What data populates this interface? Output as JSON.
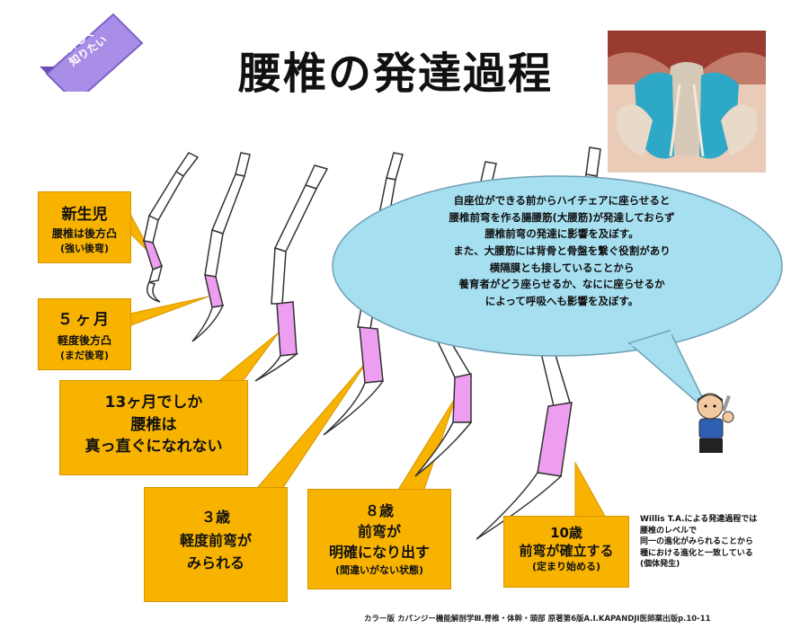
{
  "ribbon": {
    "line1": "詳しく",
    "line2": "知りたい"
  },
  "title": "腰椎の発達過程",
  "stages": {
    "newborn": {
      "heading": "新生児",
      "line2": "腰椎は後方凸",
      "line3": "(強い後弯)"
    },
    "five_months": {
      "heading": "５ヶ月",
      "line2": "軽度後方凸",
      "line3": "(まだ後弯)"
    },
    "thirteen_months": {
      "line1": "13ヶ月でしか",
      "line2": "腰椎は",
      "line3": "真っ直ぐになれない"
    },
    "three_years": {
      "line1": "３歳",
      "line2": "軽度前弯が",
      "line3": "みられる"
    },
    "eight_years": {
      "line1": "８歳",
      "line2": "前弯が",
      "line3": "明確になり出す",
      "line4": "(間違いがない状態)"
    },
    "ten_years": {
      "line1": "10歳",
      "line2": "前弯が確立する",
      "line3": "(定まり始める)"
    }
  },
  "bubble": {
    "lines": [
      "自座位ができる前からハイチェアに座らせると",
      "腰椎前弯を作る腸腰筋(大腰筋)が発達しておらず",
      "腰椎前弯の発達に影響を及ぼす。",
      "また、大腰筋には背骨と骨盤を繋ぐ役割があり",
      "横隔膜とも接していることから",
      "養育者がどう座らせるか、なにに座らせるか",
      "によって呼吸へも影響を及ぼす。"
    ]
  },
  "note": {
    "lines": [
      "Willis T.A.による発達過程では",
      "腰椎のレベルで",
      "同一の進化がみられることから",
      "種における進化と一致している",
      "(個体発生)"
    ]
  },
  "citation": "カラー版 カパンジー機能解剖学Ⅲ.脊椎・体幹・頭部 原著第6版A.I.KAPANDJI医師薬出版p.10-11",
  "colors": {
    "box": "#f7b300",
    "bubble": "#a6dff0",
    "lumbar": "#ee9ef0",
    "ribbon": "#a88ee6"
  }
}
